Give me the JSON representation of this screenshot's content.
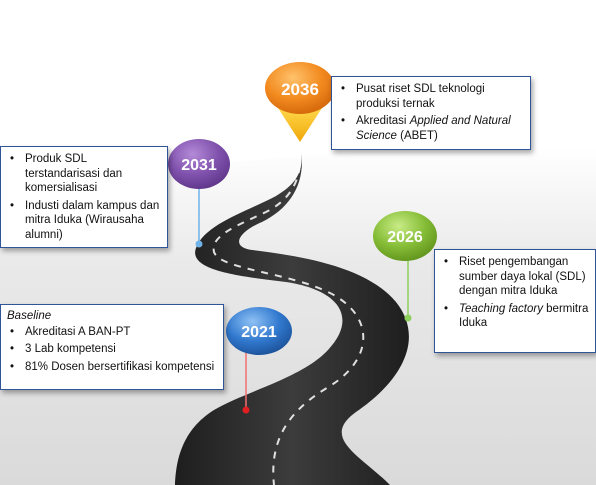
{
  "milestones": {
    "y2036": {
      "year": "2036",
      "color": "#f07d14",
      "items": [
        "Pusat riset SDL teknologi produksi  ternak",
        {
          "prefix": "Akreditasi ",
          "italic": "Applied and Natural Science",
          "suffix": " (ABET)"
        }
      ]
    },
    "y2031": {
      "year": "2031",
      "color": "#7e4fa9",
      "items": [
        "Produk SDL terstandarisasi  dan komersialisasi",
        "Industi dalam kampus dan mitra Iduka (Wirausaha alumni)"
      ]
    },
    "y2026": {
      "year": "2026",
      "color": "#7ab32a",
      "items": [
        "Riset pengembangan sumber daya lokal (SDL) dengan mitra Iduka",
        {
          "prefix": "",
          "italic": "Teaching factory",
          "suffix": " bermitra Iduka"
        }
      ]
    },
    "y2021": {
      "year": "2021",
      "color": "#2c6fc4",
      "heading": "Baseline",
      "items": [
        "Akreditasi A BAN-PT",
        "3 Lab kompetensi",
        "81% Dosen bersertifikasi kompetensi"
      ]
    }
  }
}
